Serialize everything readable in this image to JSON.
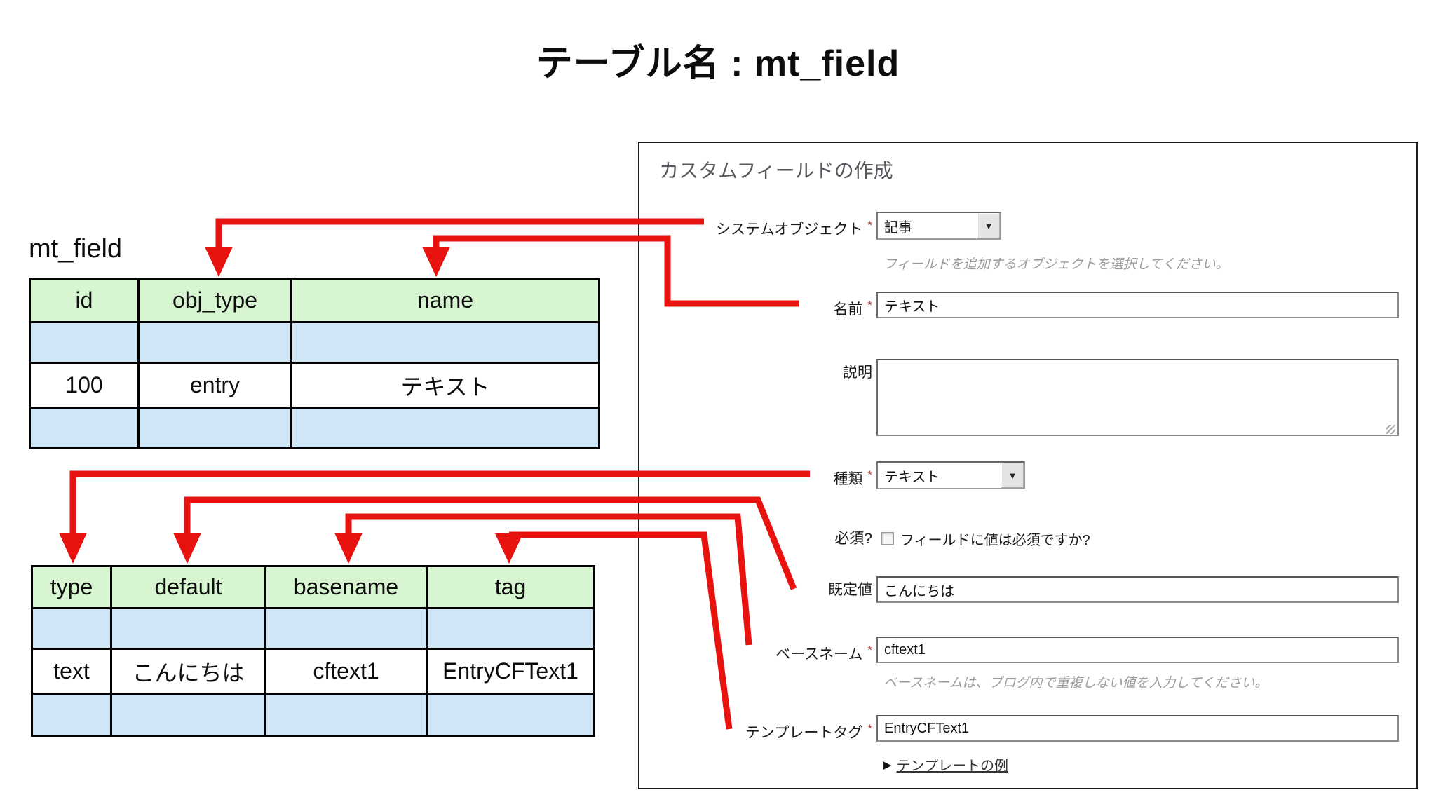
{
  "title": "テーブル名 : mt_field",
  "colors": {
    "arrow": "#e8120e",
    "green": "#d6f5d0",
    "blue": "#cfe6f7",
    "border": "#1c1c1c",
    "note": "#9b9b9b",
    "required": "#a33333"
  },
  "mt_field_table": {
    "label": "mt_field",
    "headers": [
      "id",
      "obj_type",
      "name"
    ],
    "rows": [
      [
        "",
        "",
        ""
      ],
      [
        "100",
        "entry",
        "テキスト"
      ],
      [
        "",
        "",
        ""
      ]
    ]
  },
  "field_columns_table": {
    "headers": [
      "type",
      "default",
      "basename",
      "tag"
    ],
    "rows": [
      [
        "",
        "",
        "",
        ""
      ],
      [
        "text",
        "こんにちは",
        "cftext1",
        "EntryCFText1"
      ],
      [
        "",
        "",
        "",
        ""
      ]
    ]
  },
  "form": {
    "title": "カスタムフィールドの作成",
    "system_object": {
      "label": "システムオブジェクト",
      "required_mark": "*",
      "value": "記事",
      "dropdown_icon": "▼",
      "note": "フィールドを追加するオブジェクトを選択してください。"
    },
    "name": {
      "label": "名前",
      "required_mark": "*",
      "value": "テキスト"
    },
    "description": {
      "label": "説明",
      "value": ""
    },
    "kind": {
      "label": "種類",
      "required_mark": "*",
      "value": "テキスト",
      "dropdown_icon": "▼"
    },
    "required": {
      "label": "必須?",
      "checkbox_label": "フィールドに値は必須ですか?"
    },
    "default_value": {
      "label": "既定値",
      "value": "こんにちは"
    },
    "basename": {
      "label": "ベースネーム",
      "required_mark": "*",
      "value": "cftext1",
      "note": "ベースネームは、ブログ内で重複しない値を入力してください。"
    },
    "template_tag": {
      "label": "テンプレートタグ",
      "required_mark": "*",
      "value": "EntryCFText1"
    },
    "template_example_link": {
      "marker": "▶",
      "label": "テンプレートの例"
    }
  }
}
